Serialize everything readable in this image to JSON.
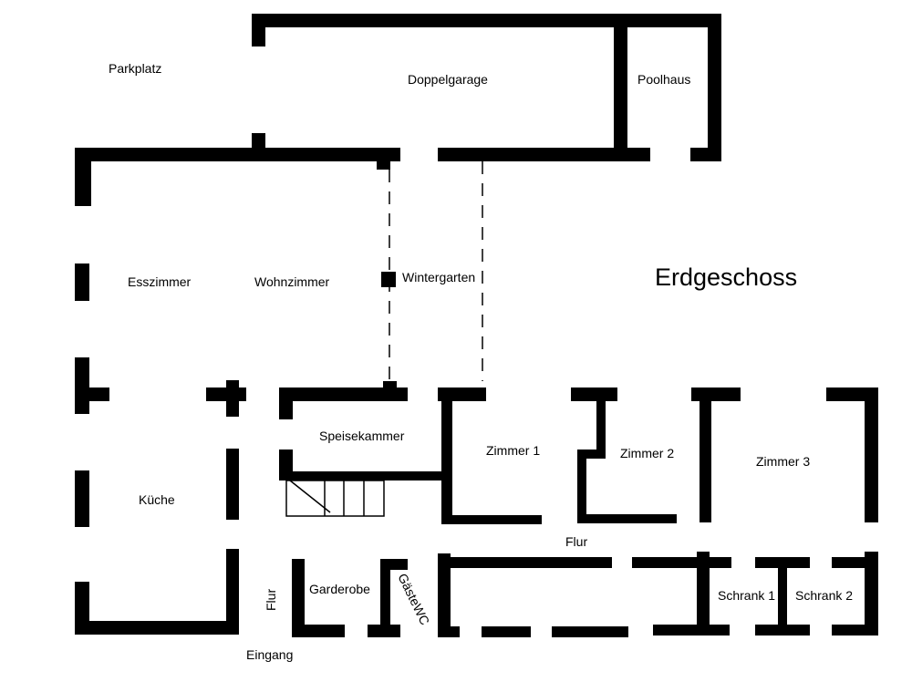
{
  "title": "Erdgeschoss",
  "rooms": {
    "parkplatz": "Parkplatz",
    "doppelgarage": "Doppelgarage",
    "poolhaus": "Poolhaus",
    "esszimmer": "Esszimmer",
    "wohnzimmer": "Wohnzimmer",
    "wintergarten": "Wintergarten",
    "speisekammer": "Speisekammer",
    "zimmer1": "Zimmer 1",
    "zimmer2": "Zimmer 2",
    "zimmer3": "Zimmer 3",
    "kueche": "Küche",
    "flur_main": "Flur",
    "flur_entry": "Flur",
    "garderobe": "Garderobe",
    "gaestewc": "GästeWC",
    "schrank1": "Schrank 1",
    "schrank2": "Schrank 2",
    "eingang": "Eingang"
  },
  "colors": {
    "wall": "#000000",
    "background": "#ffffff"
  }
}
